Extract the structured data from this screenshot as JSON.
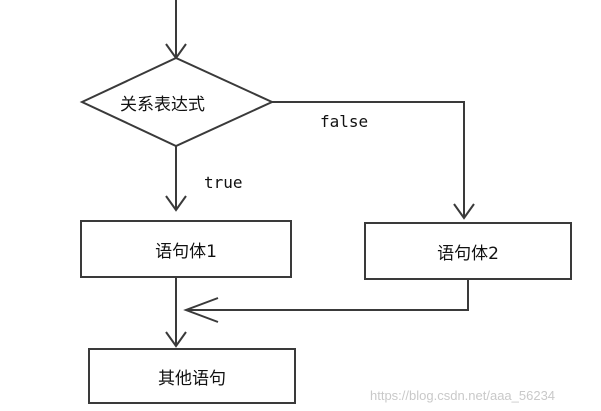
{
  "diagram": {
    "condition": "关系表达式",
    "true_label": "true",
    "false_label": "false",
    "statement1": "语句体1",
    "statement2": "语句体2",
    "other_statement": "其他语句"
  },
  "watermark": "https://blog.csdn.net/aaa_56234",
  "colors": {
    "stroke": "#3a3a3a",
    "text": "#111111",
    "watermark": "#c9c9c9"
  }
}
